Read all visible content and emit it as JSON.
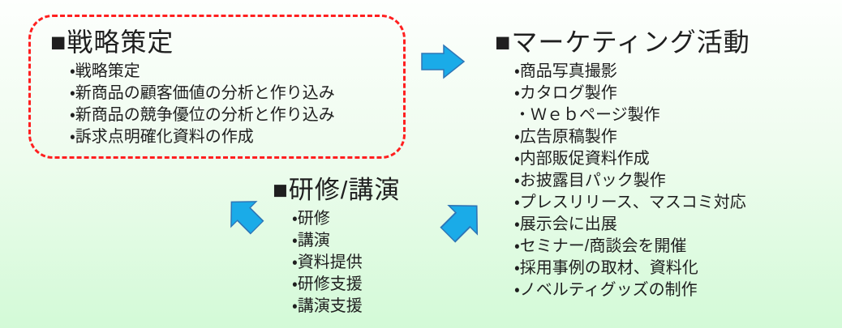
{
  "colors": {
    "bg_top": "#FDFFFD",
    "bg_mid": "#EFFCEF",
    "bg_bottom": "#D3FAD7",
    "arrow_fill": "#1AABE8",
    "arrow_outline": "#2E75B6",
    "box_border": "#FF1F1F",
    "text_color": "#1F1F1F"
  },
  "sections": {
    "strategy": {
      "title": "■戦略策定",
      "items": [
        "・戦略策定",
        "・新商品の顧客価値の分析と作り込み",
        "・新商品の競争優位の分析と作り込み",
        "・訴求点明確化資料の作成"
      ]
    },
    "marketing": {
      "title": "■マーケティング活動",
      "items": [
        "・商品写真撮影",
        "・カタログ製作",
        "・Ｗｅｂページ製作",
        "・広告原稿製作",
        "・内部販促資料作成",
        "・お披露目パック製作",
        "・プレスリリース、マスコミ対応",
        "・展示会に出展",
        "・セミナー/商談会を開催",
        "・採用事例の取材、資料化",
        "・ノベルティグッズの制作"
      ]
    },
    "training": {
      "title": "■研修/講演",
      "items": [
        "・研修",
        "・講演",
        "・資料提供",
        "・研修支援",
        "・講演支援"
      ]
    }
  },
  "arrows": [
    {
      "name": "strategy-to-marketing",
      "direction": "right"
    },
    {
      "name": "training-to-strategy",
      "direction": "up-left"
    },
    {
      "name": "training-to-marketing",
      "direction": "up-right"
    }
  ]
}
